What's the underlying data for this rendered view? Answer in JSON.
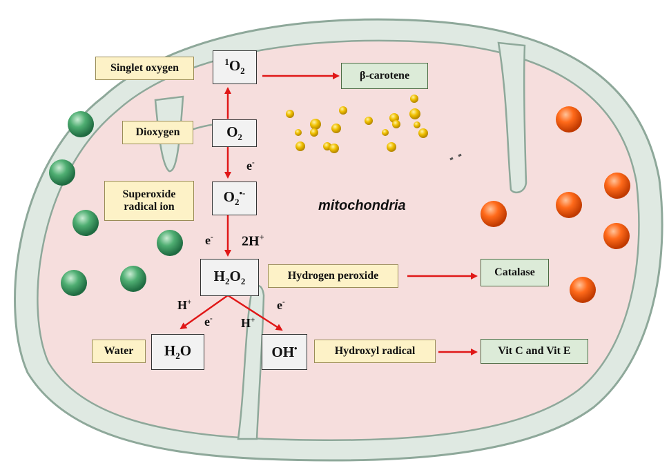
{
  "colors": {
    "cell_outline": "#8ea89a",
    "cell_wall": "#dfe9e2",
    "cell_interior": "#f6dedd",
    "arrow": "#e01717",
    "label_fill": "#fdf2c7",
    "output_fill": "#dcebd8",
    "species_fill": "#f2f2f2",
    "green_sphere": "#3e9b63",
    "orange_sphere": "#ff5a12",
    "gold_droplet": "#e8b800"
  },
  "labels": {
    "singlet_oxygen": "Singlet oxygen",
    "dioxygen": "Dioxygen",
    "superoxide_line1": "Superoxide",
    "superoxide_line2": "radical ion",
    "hydrogen_peroxide": "Hydrogen peroxide",
    "water": "Water",
    "hydroxyl_radical": "Hydroxyl radical",
    "mitochondria": "mitochondria"
  },
  "scavengers": {
    "beta_carotene": "β-carotene",
    "catalase": "Catalase",
    "vitamins": "Vit C and Vit E"
  },
  "species": {
    "singlet_sup": "1",
    "singlet_base": "O",
    "singlet_sub": "2",
    "o2_base": "O",
    "o2_sub": "2",
    "superoxide_base": "O",
    "superoxide_sub": "2",
    "superoxide_sup": "•-",
    "h2o2_h": "H",
    "h2o2_sub1": "2",
    "h2o2_o": "O",
    "h2o2_sub2": "2",
    "water_h": "H",
    "water_sub": "2",
    "water_o": "O",
    "hydroxyl_base": "OH",
    "hydroxyl_sup": "•"
  },
  "reaction_labels": {
    "electron_base": "e",
    "electron_sup": "-",
    "two_protons_base": "2H",
    "two_protons_sup": "+",
    "proton_base": "H",
    "proton_sup": "+"
  }
}
